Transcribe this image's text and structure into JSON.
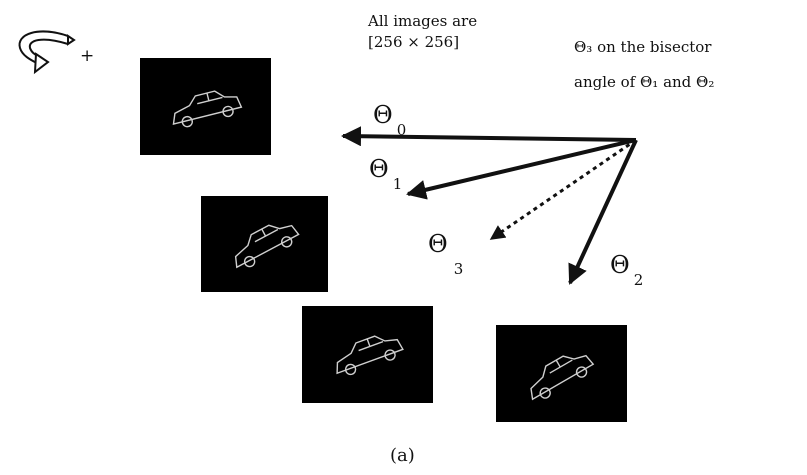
{
  "notes": {
    "size_line1": "All images are",
    "size_line2": "[256 × 256]",
    "bisector_line1": "Θ₃ on the bisector",
    "bisector_line2": "angle of Θ₁ and Θ₂"
  },
  "rotation": {
    "icon": "curved-rotation-arrow-icon",
    "sign": "+"
  },
  "angles": [
    {
      "symbol": "Θ",
      "index": "0",
      "style": "solid"
    },
    {
      "symbol": "Θ",
      "index": "1",
      "style": "solid"
    },
    {
      "symbol": "Θ",
      "index": "3",
      "style": "dotted"
    },
    {
      "symbol": "Θ",
      "index": "2",
      "style": "solid"
    }
  ],
  "images": [
    {
      "name": "car-image-theta-0"
    },
    {
      "name": "car-image-theta-1"
    },
    {
      "name": "car-image-theta-3"
    },
    {
      "name": "car-image-theta-2"
    }
  ],
  "caption": "(a)",
  "colors": {
    "background": "#ffffff",
    "ink": "#111111",
    "image_background": "#000000",
    "car_outline": "#cfcfcf"
  }
}
